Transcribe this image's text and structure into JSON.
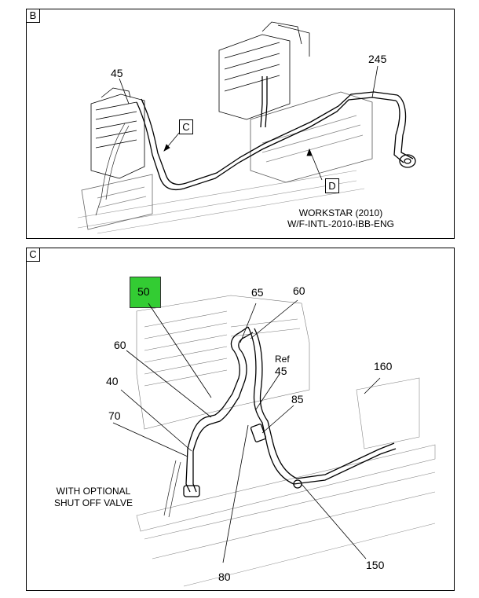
{
  "panel_b": {
    "tag": "B",
    "callouts": {
      "c45": "45",
      "c245": "245"
    },
    "view_markers": {
      "c": "C",
      "d": "D"
    },
    "caption_line1": "WORKSTAR (2010)",
    "caption_line2": "W/F-INTL-2010-IBB-ENG"
  },
  "panel_c": {
    "tag": "C",
    "highlight_color": "#33cc33",
    "callouts": {
      "c50": "50",
      "c65": "65",
      "c60a": "60",
      "c60b": "60",
      "ref": "Ref",
      "ref45": "45",
      "c160": "160",
      "c40": "40",
      "c85": "85",
      "c70": "70",
      "c150": "150",
      "c80": "80"
    },
    "note_line1": "WITH OPTIONAL",
    "note_line2": "SHUT OFF VALVE"
  }
}
